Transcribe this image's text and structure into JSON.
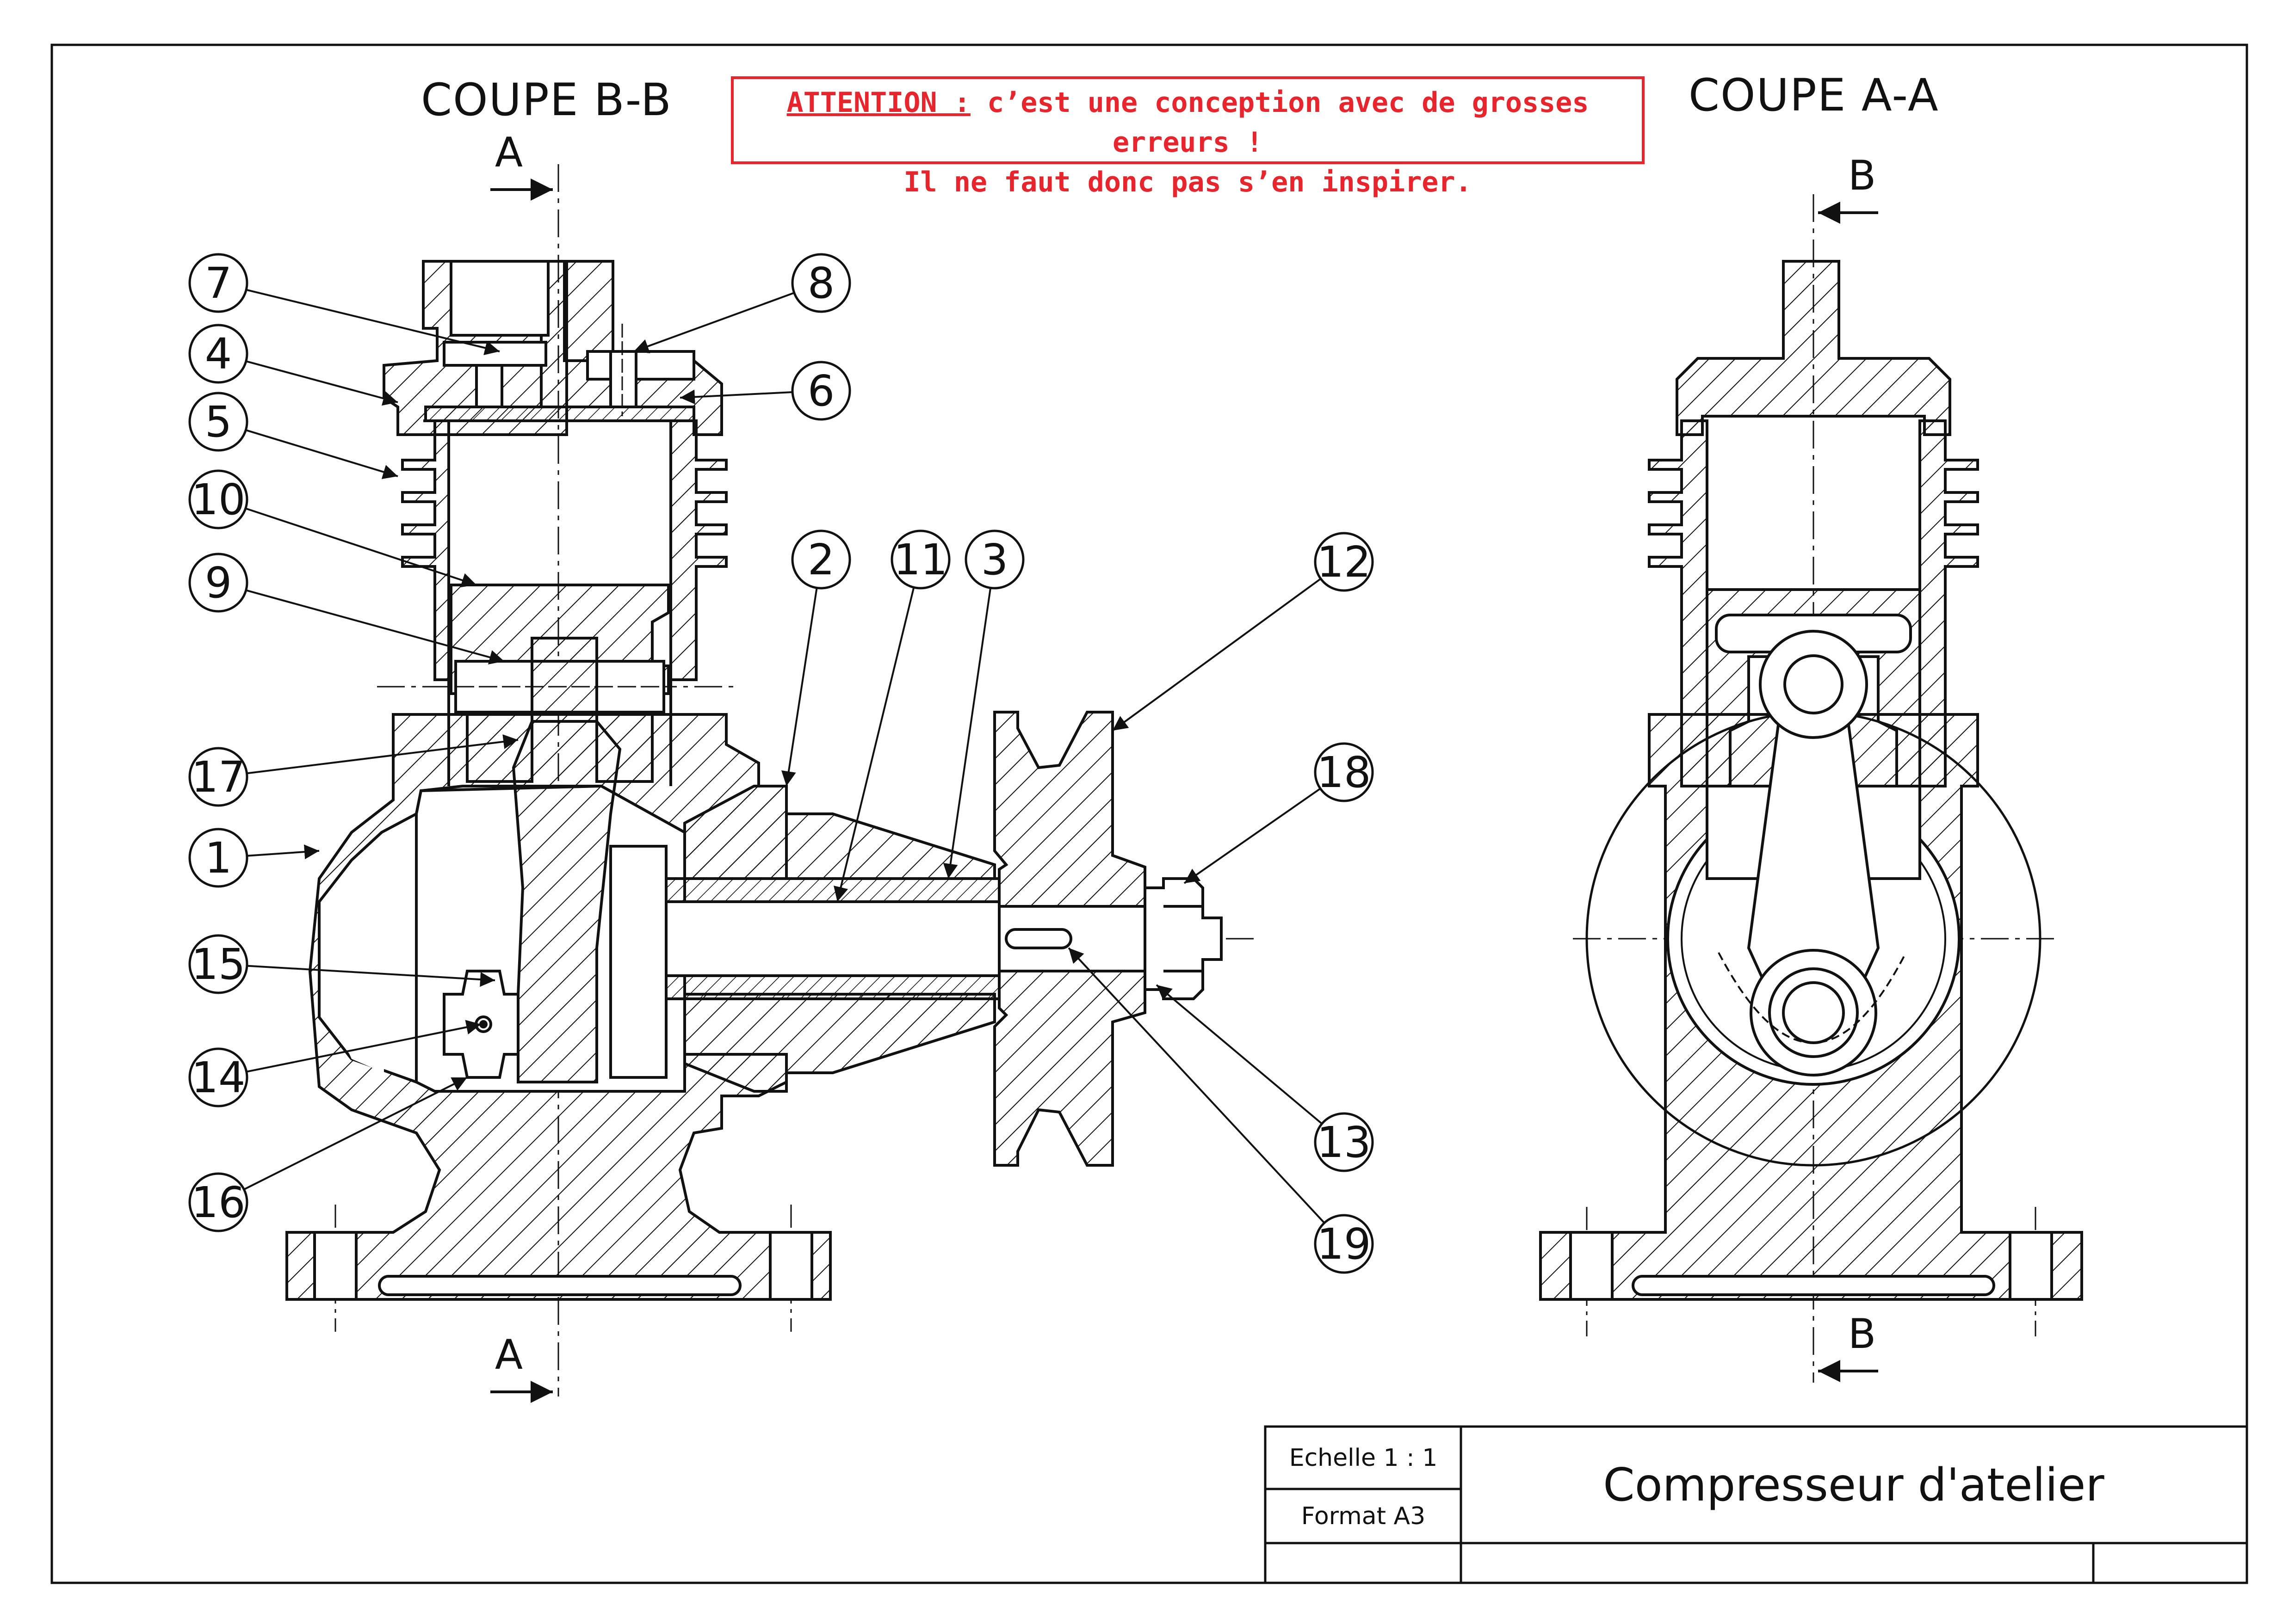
{
  "views": {
    "left_title": "COUPE B-B",
    "right_title": "COUPE A-A",
    "left_cut_letter": "A",
    "right_cut_letter": "B"
  },
  "warning": {
    "label": "ATTENTION :",
    "line1": " c’est une conception avec de grosses erreurs !",
    "line2": "Il ne faut donc pas s’en inspirer.",
    "color": "#e8242c"
  },
  "balloons": [
    {
      "num": "7"
    },
    {
      "num": "4"
    },
    {
      "num": "5"
    },
    {
      "num": "10"
    },
    {
      "num": "9"
    },
    {
      "num": "17"
    },
    {
      "num": "1"
    },
    {
      "num": "15"
    },
    {
      "num": "14"
    },
    {
      "num": "16"
    },
    {
      "num": "8"
    },
    {
      "num": "6"
    },
    {
      "num": "2"
    },
    {
      "num": "11"
    },
    {
      "num": "3"
    },
    {
      "num": "12"
    },
    {
      "num": "18"
    },
    {
      "num": "13"
    },
    {
      "num": "19"
    }
  ],
  "title_block": {
    "scale": "Echelle 1 : 1",
    "format": "Format A3",
    "title": "Compresseur d'atelier"
  }
}
